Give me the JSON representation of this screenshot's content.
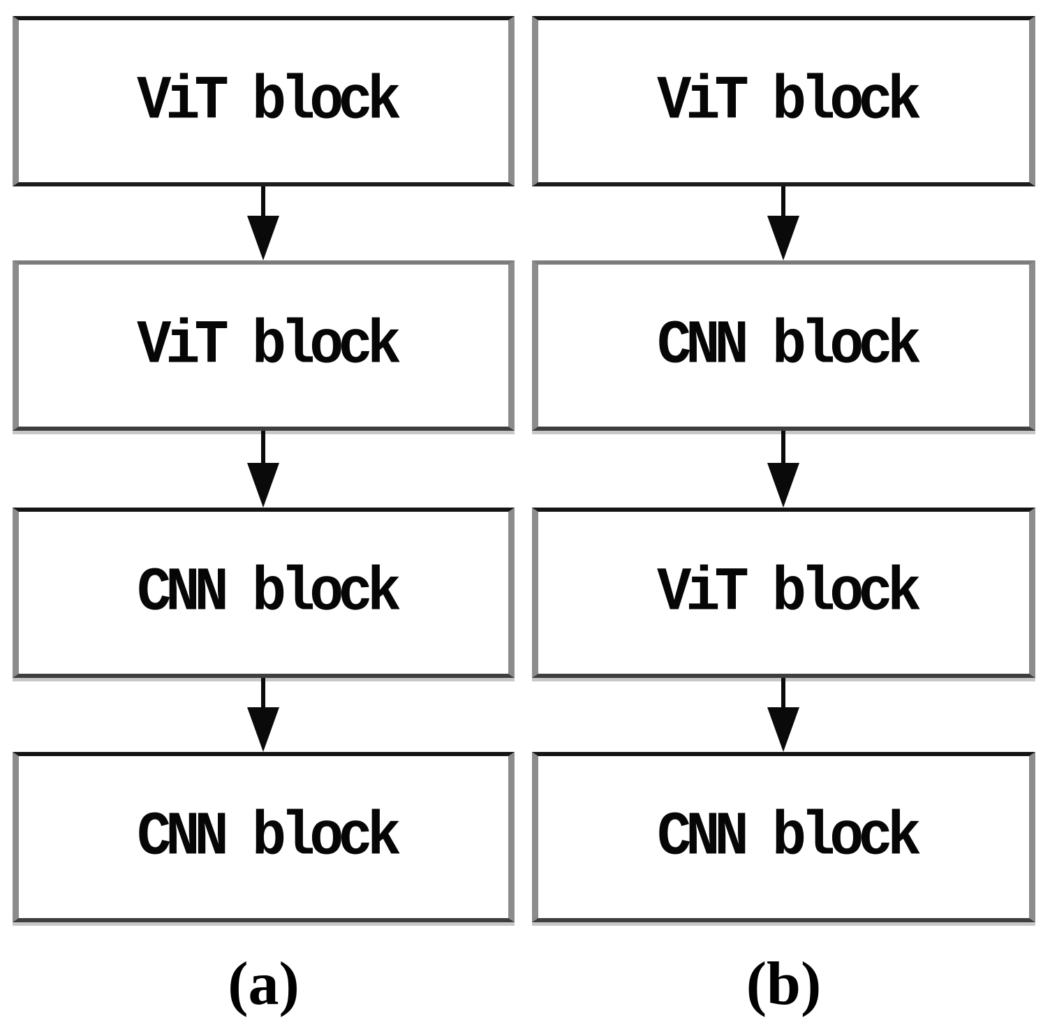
{
  "figure": {
    "type": "flow-diagram",
    "background": "#ffffff",
    "columns": [
      {
        "label": "(a)",
        "blocks": [
          "ViT block",
          "ViT block",
          "CNN block",
          "CNN block"
        ]
      },
      {
        "label": "(b)",
        "blocks": [
          "ViT block",
          "CNN block",
          "ViT block",
          "CNN block"
        ]
      }
    ],
    "connector": {
      "icon": "down-arrow",
      "glyph": "▼"
    },
    "colors": {
      "box_fill": "#ffffff",
      "box_border_dark": "#141414",
      "box_border_gray": "#8c8c8c",
      "arrow": "#0a0a0a",
      "text": "#060606"
    }
  }
}
